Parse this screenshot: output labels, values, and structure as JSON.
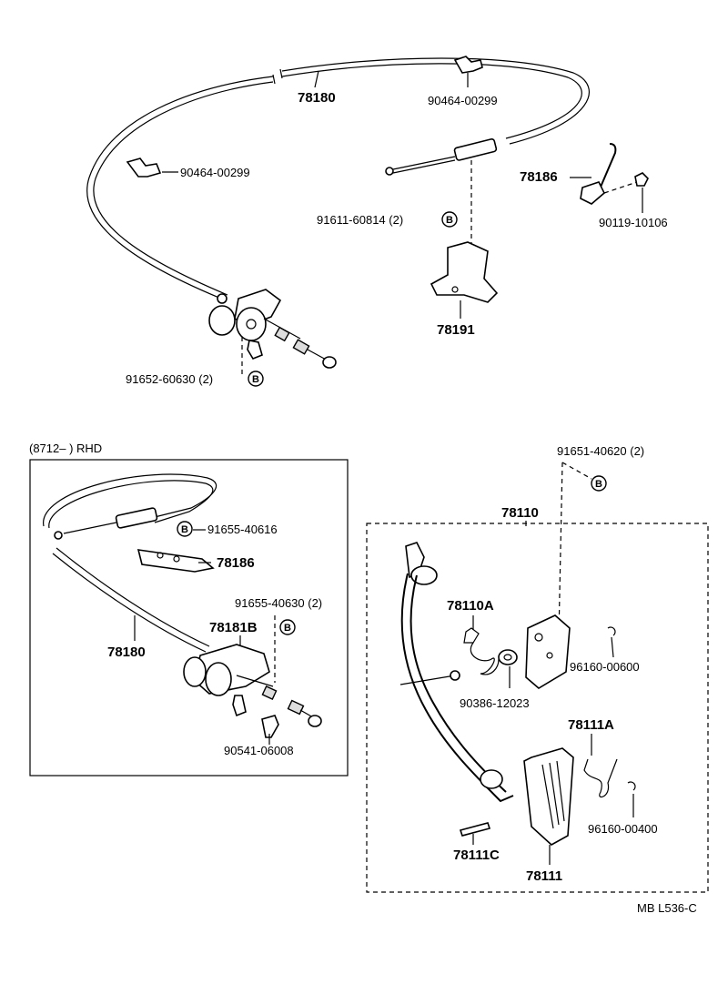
{
  "labels": {
    "cable_top": "78180",
    "clip_top": "90464-00299",
    "clip_left": "90464-00299",
    "nut_bracket": "91611-60814 (2)",
    "bracket_78191": "78191",
    "lever_78186": "78186",
    "bolt_90119": "90119-10106",
    "nut_lower": "91652-60630 (2)",
    "inset_header": "(8712–        ) RHD",
    "inset_nut1": "91655-40616",
    "inset_78186": "78186",
    "inset_nut2": "91655-40630 (2)",
    "inset_78181b": "78181B",
    "inset_78180": "78180",
    "inset_90541": "90541-06008",
    "nut_pedal": "91651-40620 (2)",
    "pedal_assy": "78110",
    "spring_78110a": "78110A",
    "ring_96160a": "96160-00600",
    "bushing_90386": "90386-12023",
    "spring_78111a": "78111A",
    "ring_96160b": "96160-00400",
    "pin_78111c": "78111C",
    "pad_78111": "78111",
    "catalog_code": "MB  L536-C"
  },
  "callout_letter": "B"
}
